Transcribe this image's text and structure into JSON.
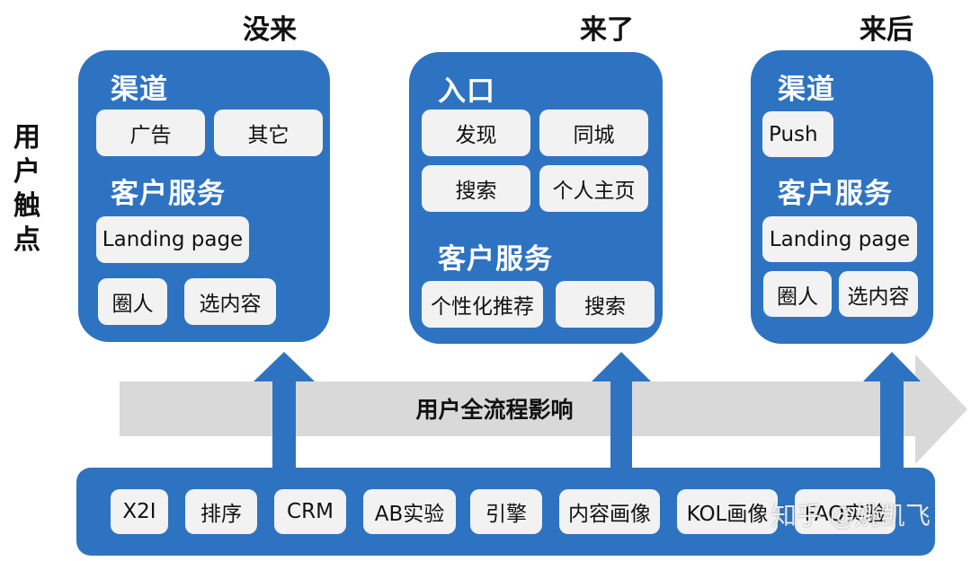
{
  "side_label": "用\n户\n触\n点",
  "phases": [
    {
      "title": "没来",
      "sections": [
        {
          "title": "渠道",
          "items": [
            "广告",
            "其它"
          ]
        },
        {
          "title": "客户服务",
          "items": [
            "Landing page",
            "圈人",
            "选内容"
          ]
        }
      ]
    },
    {
      "title": "来了",
      "sections": [
        {
          "title": "入口",
          "items": [
            "发现",
            "同城",
            "搜索",
            "个人主页"
          ]
        },
        {
          "title": "客户服务",
          "items": [
            "个性化推荐",
            "搜索"
          ]
        }
      ]
    },
    {
      "title": "来后",
      "sections": [
        {
          "title": "渠道",
          "items": [
            "Push"
          ]
        },
        {
          "title": "客户服务",
          "items": [
            "Landing page",
            "圈人",
            "选内容"
          ]
        }
      ]
    }
  ],
  "flow_label": "用户全流程影响",
  "foundation_items": [
    "X2I",
    "排序",
    "CRM",
    "AB实验",
    "引擎",
    "内容画像",
    "KOL画像",
    "FAQ实验"
  ],
  "watermark": "知乎 @姚凯飞",
  "colors": {
    "panel_blue": "#2e73c2",
    "chip_bg": "#f2f2f2",
    "flow_arrow_gray": "#d9d9d9",
    "text_dark": "#111111",
    "text_white": "#ffffff"
  }
}
